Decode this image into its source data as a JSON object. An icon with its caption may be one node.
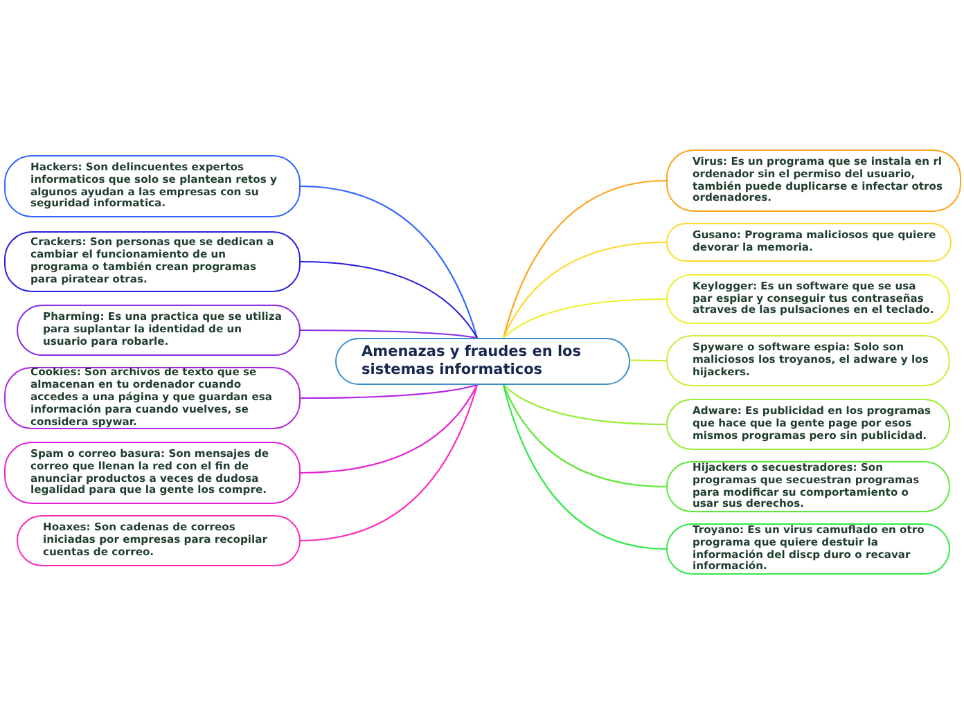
{
  "diagram": {
    "nodes": [
      {
        "text": [
          "Amenazas y fraudes en los sistemas informaticos"
        ]
      },
      {
        "text": [
          "Hackers: Son delincuentes expertos informaticos que solo se plantean retos y algunos ayudan a las empresas con su seguridad informatica."
        ]
      },
      {
        "text": [
          "Crackers: Son personas que se dedican a cambiar el funcionamiento de un programa o también crean programas para piratear otras."
        ]
      },
      {
        "text": [
          "Pharming: Es una practica que se utiliza para suplantar la identidad de un usuario para robarle."
        ]
      },
      {
        "text": [
          "Cookies: Son archivos de texto que se almacenan en tu ordenador cuando accedes a una página y que guardan esa información para cuando vuelves, se considera spywar."
        ]
      },
      {
        "text": [
          "Spam o correo basura: Son mensajes  de correo que llenan la red con el fin de anunciar productos a veces de dudosa legalidad para que la gente los compre."
        ]
      },
      {
        "text": [
          "Hoaxes: Son cadenas de correos iniciadas por empresas para recopilar cuentas de correo."
        ]
      },
      {
        "text": [
          "Virus: Es un programa que se instala en rl ordenador sin el permiso del usuario, también  puede duplicarse e infectar otros ordenadores."
        ]
      },
      {
        "text": [
          "Gusano: Programa maliciosos que quiere devorar la memoria."
        ]
      },
      {
        "text": [
          "Keylogger: Es un software que se usa par espiar y conseguir tus contraseñas atraves de las pulsaciones en el teclado."
        ]
      },
      {
        "text": [
          "Spyware o software espia: Solo son maliciosos  los troyanos, el adware y los hijackers."
        ]
      },
      {
        "text": [
          "Adware: Es publicidad en los programas que hace que la gente page por esos mismos programas pero sin publicidad."
        ]
      },
      {
        "text": [
          "Hijackers o secuestradores: Son programas que secuestran programas para modificar su comportamiento o usar sus derechos."
        ]
      },
      {
        "text": [
          "Troyano: Es un virus camuflado en otro programa que quiere destuir la información del discp duro o recavar información."
        ]
      }
    ],
    "edges": [
      {
        "from": 0,
        "to": 1,
        "arrow": "none",
        "color": "#3366ff"
      },
      {
        "from": 0,
        "to": 2,
        "arrow": "none",
        "color": "#2a1fe0"
      },
      {
        "from": 0,
        "to": 3,
        "arrow": "none",
        "color": "#8a2be8"
      },
      {
        "from": 0,
        "to": 4,
        "arrow": "none",
        "color": "#b026e0"
      },
      {
        "from": 0,
        "to": 5,
        "arrow": "none",
        "color": "#e624d6"
      },
      {
        "from": 0,
        "to": 6,
        "arrow": "none",
        "color": "#ff2ab8"
      },
      {
        "from": 0,
        "to": 7,
        "arrow": "none",
        "color": "#ffa31a"
      },
      {
        "from": 0,
        "to": 8,
        "arrow": "none",
        "color": "#ffd92a"
      },
      {
        "from": 0,
        "to": 9,
        "arrow": "none",
        "color": "#eef02a"
      },
      {
        "from": 0,
        "to": 10,
        "arrow": "none",
        "color": "#c8f03a"
      },
      {
        "from": 0,
        "to": 11,
        "arrow": "none",
        "color": "#98ec3a"
      },
      {
        "from": 0,
        "to": 12,
        "arrow": "none",
        "color": "#5fe83a"
      },
      {
        "from": 0,
        "to": 13,
        "arrow": "none",
        "color": "#33e84a"
      }
    ]
  }
}
